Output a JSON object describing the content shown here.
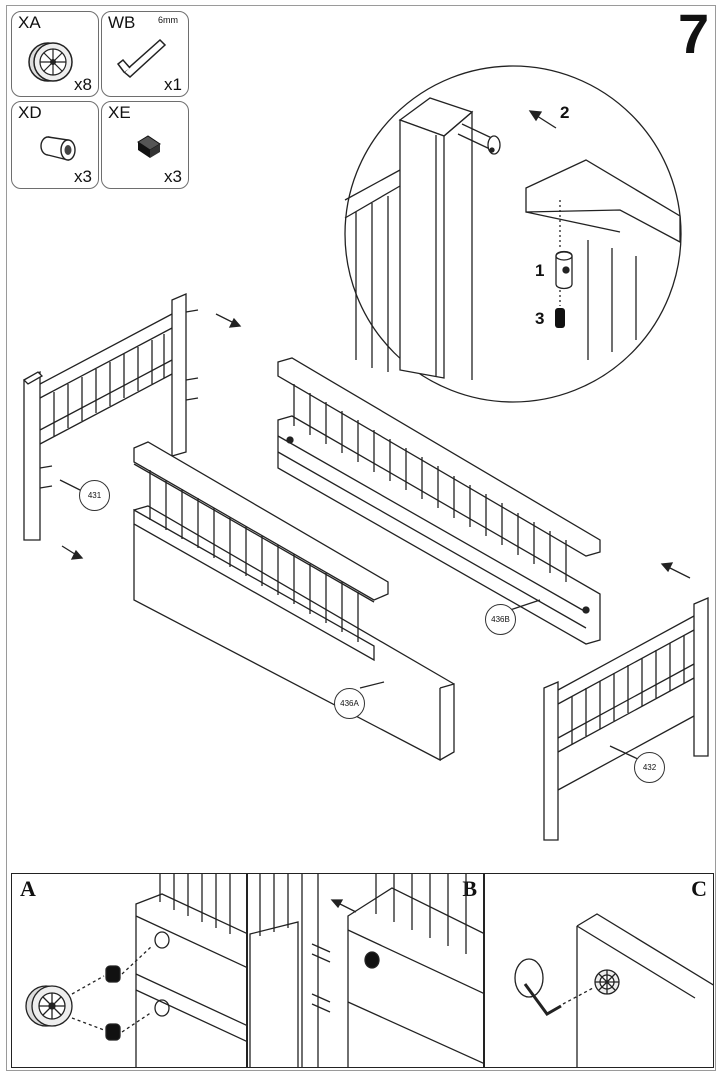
{
  "step": {
    "number": "7"
  },
  "parts": [
    {
      "code": "XA",
      "qty": "x8",
      "spec": "",
      "icon": "wheel-caster-icon"
    },
    {
      "code": "WB",
      "qty": "x1",
      "spec": "6mm",
      "icon": "allen-key-icon"
    },
    {
      "code": "XD",
      "qty": "x3",
      "spec": "",
      "icon": "barrel-nut-icon"
    },
    {
      "code": "XE",
      "qty": "x3",
      "spec": "",
      "icon": "insert-nut-icon"
    }
  ],
  "detail_callouts": {
    "first": "1",
    "second": "2",
    "third": "3"
  },
  "part_labels": {
    "headboard": "431",
    "footboard": "432",
    "front_rail": "436A",
    "back_rail": "436B"
  },
  "panels": {
    "a": "A",
    "b": "B",
    "c": "C"
  }
}
